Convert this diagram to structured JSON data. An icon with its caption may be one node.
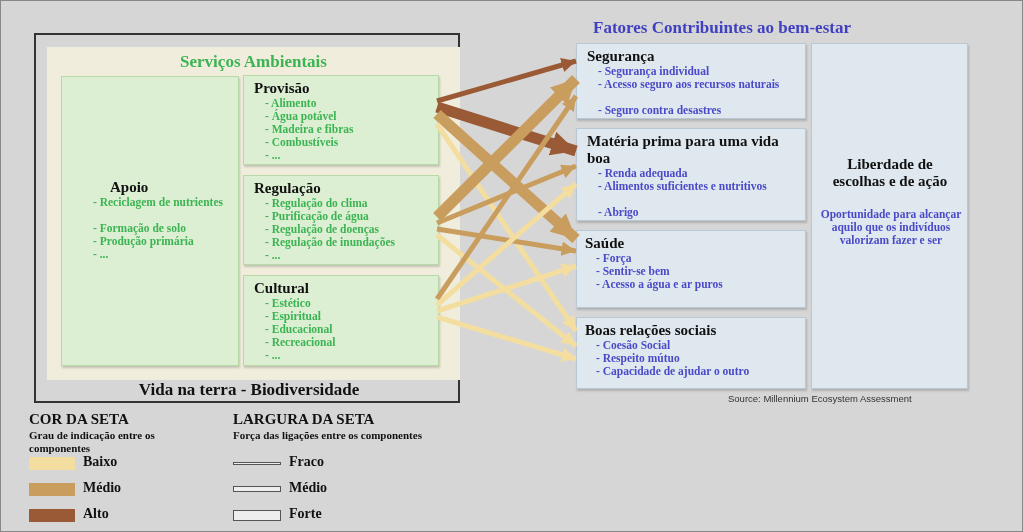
{
  "diagram": {
    "nodes": [
      {
        "text": [
          "Vida na terra - Biodiversidade"
        ]
      },
      {
        "text": [
          "Serviços Ambientais"
        ],
        "in": 0
      },
      {
        "text": [
          "Apoio",
          "- Reciclagem de nutrientes",
          "- Formação de solo",
          "- Produção primária",
          "- ..."
        ],
        "in": 1
      },
      {
        "text": [
          "Provisão",
          "- Alimento",
          "- Água potável",
          "- Madeira e fibras",
          "- Combustíveis",
          "- ..."
        ],
        "in": 1
      },
      {
        "text": [
          "Regulação",
          "- Regulação do clima",
          "- Purificação de água",
          "- Regulação de doenças",
          "- Regulação de inundações",
          "- ..."
        ],
        "in": 1
      },
      {
        "text": [
          "Cultural",
          "- Estético",
          "- Espiritual",
          "- Educacional",
          "- Recreacional",
          "- ..."
        ],
        "in": 1
      },
      {
        "text": [
          "Segurança",
          "- Segurança individual",
          "- Acesso seguro aos recursos naturais",
          "- Seguro contra desastres"
        ]
      },
      {
        "text": [
          "Matéria prima para uma vida boa",
          "- Renda adequada",
          "- Alimentos suficientes e nutritivos",
          "- Abrigo"
        ]
      },
      {
        "text": [
          "Saúde",
          "- Força",
          "- Sentir-se bem",
          "- Acesso a água e ar puros"
        ]
      },
      {
        "text": [
          "Boas relações sociais",
          "- Coesão Social",
          "- Respeito mútuo",
          "- Capacidade de ajudar o outro"
        ]
      },
      {
        "text": [
          "Liberdade de escolhas e de ação",
          "Oportunidade para alcançar aquilo que os indivíduos valorizam fazer e ser"
        ]
      }
    ],
    "edges": [
      {
        "from": 3,
        "to": 6,
        "arrow": "to",
        "color": "#9a5a35"
      },
      {
        "from": 3,
        "to": 7,
        "arrow": "to",
        "color": "#9a5a35",
        "style": "thick"
      },
      {
        "from": 3,
        "to": 8,
        "arrow": "to",
        "color": "#c99d5e",
        "style": "thick"
      },
      {
        "from": 3,
        "to": 9,
        "arrow": "to",
        "color": "#f3dea0"
      },
      {
        "from": 4,
        "to": 6,
        "arrow": "to",
        "color": "#c99d5e",
        "style": "thick"
      },
      {
        "from": 4,
        "to": 7,
        "arrow": "to",
        "color": "#c99d5e"
      },
      {
        "from": 4,
        "to": 8,
        "arrow": "to",
        "color": "#c99d5e"
      },
      {
        "from": 4,
        "to": 9,
        "arrow": "to",
        "color": "#f3dea0"
      },
      {
        "from": 5,
        "to": 6,
        "arrow": "to",
        "color": "#c99d5e"
      },
      {
        "from": 5,
        "to": 7,
        "arrow": "to",
        "color": "#f3dea0"
      },
      {
        "from": 5,
        "to": 8,
        "arrow": "to",
        "color": "#f3dea0"
      },
      {
        "from": 5,
        "to": 9,
        "arrow": "to",
        "color": "#f3dea0"
      }
    ],
    "labels": [
      "Fatores Contribuintes ao bem-estar",
      "Source: Millennium Ecosystem Assessment",
      "COR DA SETA",
      "Grau de indicação entre os componentes",
      "LARGURA DA SETA",
      "Força das ligações entre os componentes"
    ],
    "legend": [
      {
        "text": "Baixo",
        "color": "#f3dea0"
      },
      {
        "text": "Médio",
        "color": "#c99d5e"
      },
      {
        "text": "Alto",
        "color": "#9a5a35"
      },
      {
        "text": "Fraco"
      },
      {
        "text": "Médio"
      },
      {
        "text": "Forte"
      }
    ]
  }
}
